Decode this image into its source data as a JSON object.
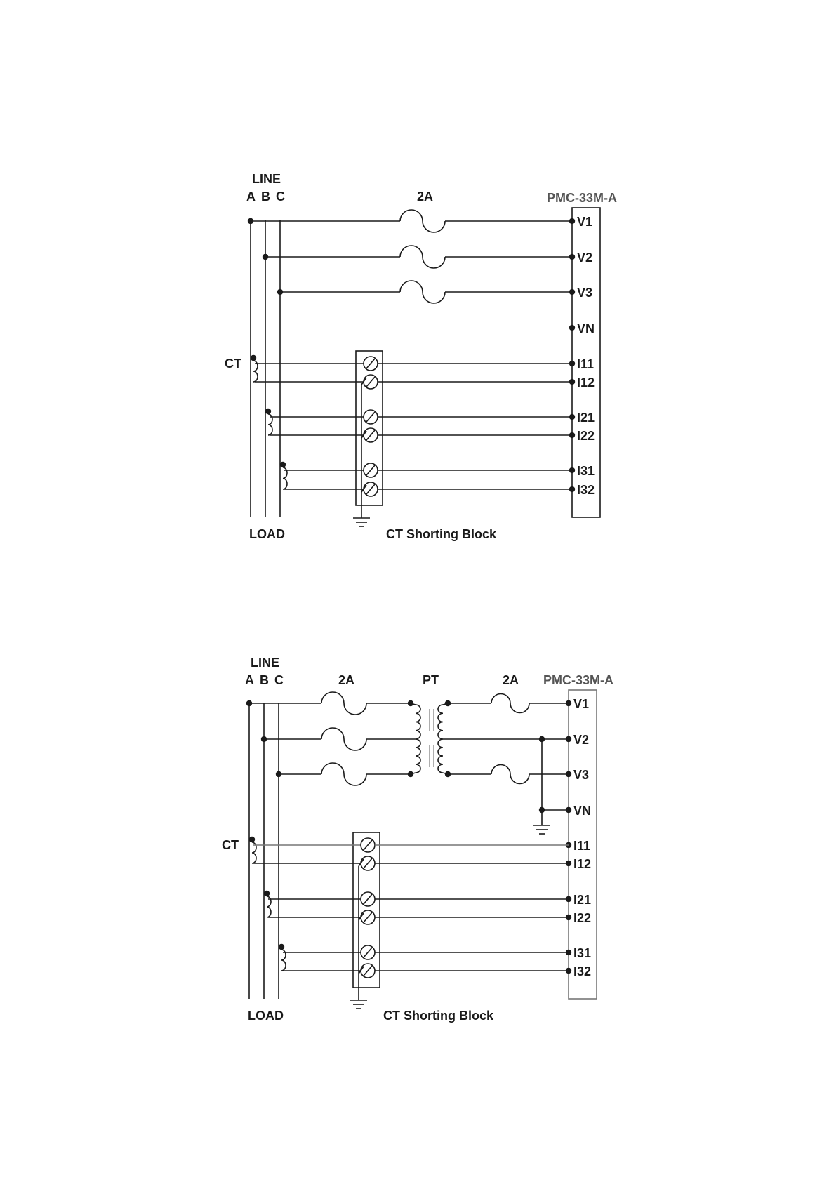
{
  "diagrams": [
    {
      "line_label": "LINE",
      "phases": [
        "A",
        "B",
        "C"
      ],
      "fuse_label": "2A",
      "meter_label": "PMC-33M-A",
      "ct_label": "CT",
      "load_label": "LOAD",
      "shorting_block_label": "CT Shorting Block",
      "terminals": [
        "V1",
        "V2",
        "V3",
        "VN",
        "I11",
        "I12",
        "I21",
        "I22",
        "I31",
        "I32"
      ]
    },
    {
      "line_label": "LINE",
      "phases": [
        "A",
        "B",
        "C"
      ],
      "fuse_label_primary": "2A",
      "pt_label": "PT",
      "fuse_label_secondary": "2A",
      "meter_label": "PMC-33M-A",
      "ct_label": "CT",
      "load_label": "LOAD",
      "shorting_block_label": "CT Shorting Block",
      "terminals": [
        "V1",
        "V2",
        "V3",
        "VN",
        "I11",
        "I12",
        "I21",
        "I22",
        "I31",
        "I32"
      ]
    }
  ],
  "colors": {
    "line": "#1a1a1a",
    "grey": "#777777"
  }
}
